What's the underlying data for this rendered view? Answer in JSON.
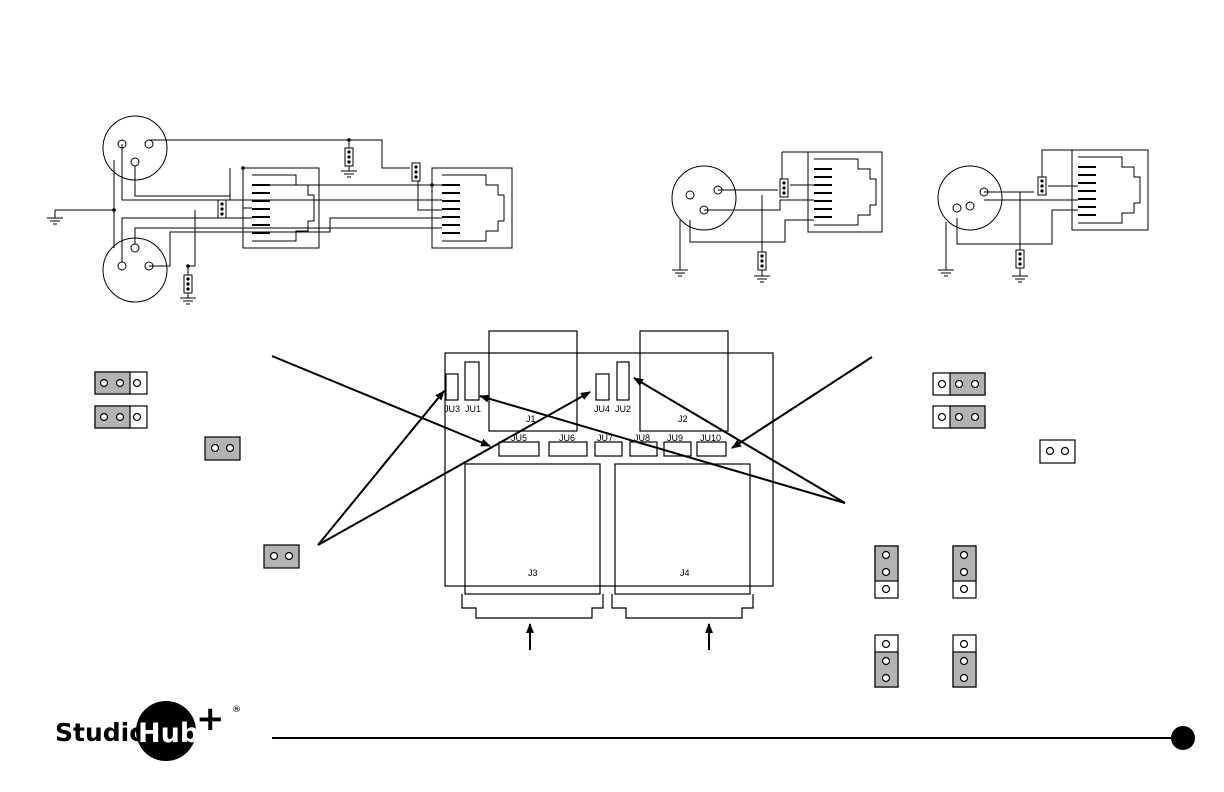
{
  "board": {
    "connectors": [
      "J1",
      "J2",
      "J3",
      "J4"
    ],
    "jumpers": [
      "JU3",
      "JU1",
      "JU4",
      "JU2",
      "JU5",
      "JU6",
      "JU7",
      "JU8",
      "JU9",
      "JU10"
    ]
  },
  "logo": {
    "text_main": "Studio",
    "text_hub": "Hub",
    "plus": "+",
    "registered": "®"
  },
  "colors": {
    "line": "#000000",
    "jumper_fill": "#b3b3b3",
    "background": "#ffffff"
  }
}
